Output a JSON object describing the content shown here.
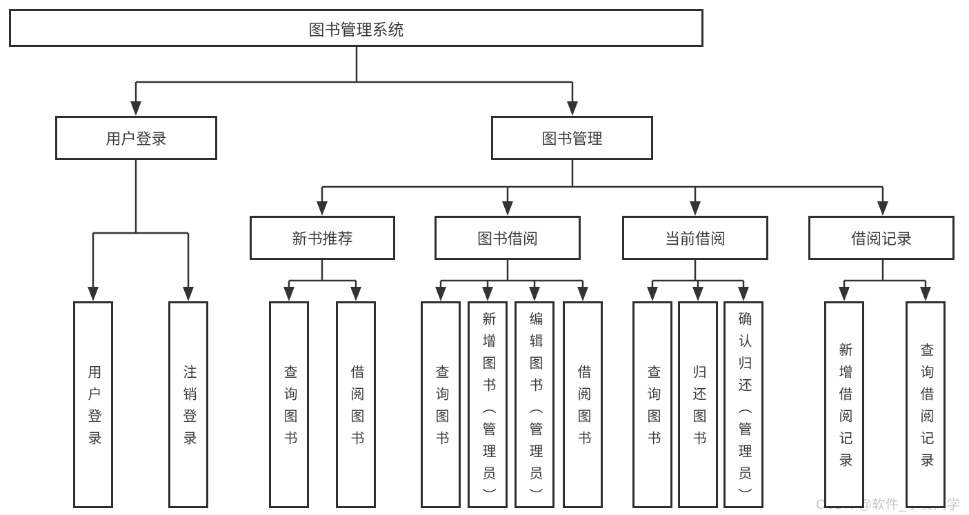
{
  "diagram": {
    "title": "图书管理系统",
    "branches": {
      "user_login": {
        "label": "用户登录",
        "children": [
          {
            "label": "用户登录"
          },
          {
            "label": "注销登录"
          }
        ]
      },
      "book_management": {
        "label": "图书管理",
        "sections": [
          {
            "label": "新书推荐",
            "children": [
              {
                "label": "查询图书"
              },
              {
                "label": "借阅图书"
              }
            ]
          },
          {
            "label": "图书借阅",
            "children": [
              {
                "label": "查询图书"
              },
              {
                "label": "新增图书（管理员）"
              },
              {
                "label": "编辑图书（管理员）"
              },
              {
                "label": "借阅图书"
              }
            ]
          },
          {
            "label": "当前借阅",
            "children": [
              {
                "label": "查询图书"
              },
              {
                "label": "归还图书"
              },
              {
                "label": "确认归还（管理员）"
              }
            ]
          },
          {
            "label": "借阅记录",
            "children": [
              {
                "label": "新增借阅记录"
              },
              {
                "label": "查询借阅记录"
              }
            ]
          }
        ]
      }
    }
  },
  "watermark": {
    "text": "CSDN @软件_小贺同学"
  },
  "colors": {
    "line": "#333333",
    "border": "#2f2f2f",
    "text": "#3b3b3b",
    "watermark": "#c7c7cc",
    "background": "#ffffff"
  }
}
